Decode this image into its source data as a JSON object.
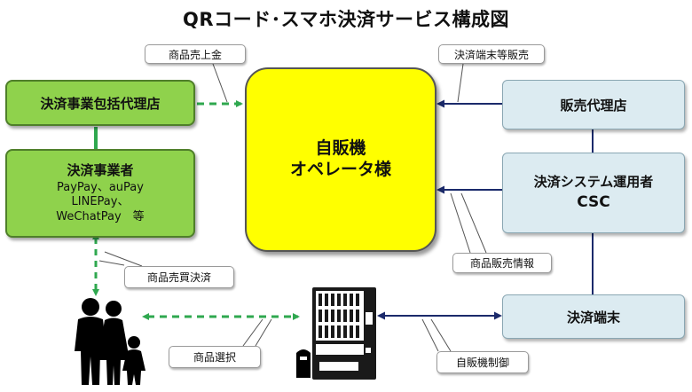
{
  "title": "QRコード･スマホ決済サービス構成図",
  "boxes": {
    "agency": "決済事業包括代理店",
    "provider": {
      "title": "決済事業者",
      "lines": [
        "PayPay、auPay",
        "LINEPay、",
        "WeChatPay　等"
      ]
    },
    "operator": {
      "line1": "自販機",
      "line2": "オペレータ様"
    },
    "sales_agent": "販売代理店",
    "system_operator": {
      "line1": "決済システム運用者",
      "line2": "CSC"
    },
    "terminal": "決済端末"
  },
  "callouts": {
    "sales_proceeds": "商品売上金",
    "terminal_sales": "決済端末等販売",
    "purchase_payment": "商品売買決済",
    "sales_info": "商品販売情報",
    "product_selection": "商品選択",
    "vending_control": "自販機制御"
  },
  "colors": {
    "green_box": "#8fd24c",
    "blue_box": "#dcebf1",
    "operator_box": "#ffff00",
    "green_arrow": "#2fa84f",
    "navy_arrow": "#1b2a6b"
  },
  "icons": {
    "people": "family-icon",
    "machine": "vending-machine-icon"
  }
}
